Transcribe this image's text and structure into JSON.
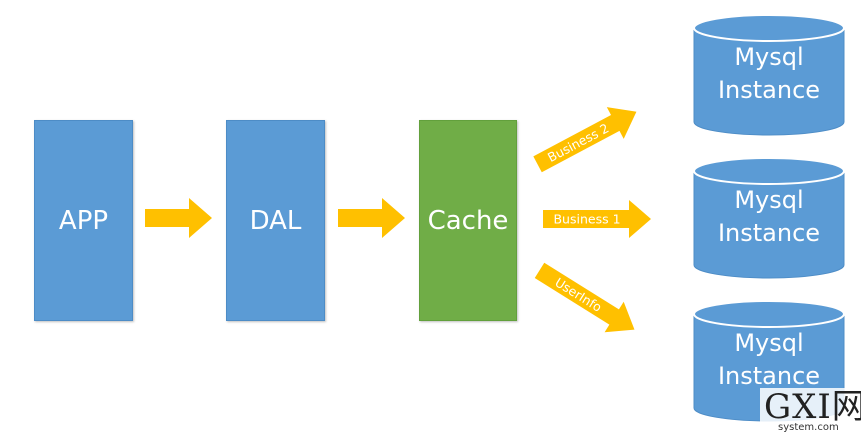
{
  "nodes": {
    "app": "APP",
    "dal": "DAL",
    "cache": "Cache"
  },
  "arrows": {
    "business_2": "Business 2",
    "business_1": "Business 1",
    "user_info": "UserInfo"
  },
  "databases": [
    {
      "line1": "Mysql",
      "line2": "Instance"
    },
    {
      "line1": "Mysql",
      "line2": "Instance"
    },
    {
      "line1": "Mysql",
      "line2": "Instance"
    }
  ],
  "watermark": {
    "logo": "GXI网",
    "sub": "system.com"
  },
  "colors": {
    "box_blue": "#5b9bd5",
    "box_green": "#70ad47",
    "arrow_orange": "#ffc000",
    "db_blue": "#5b9bd5"
  }
}
